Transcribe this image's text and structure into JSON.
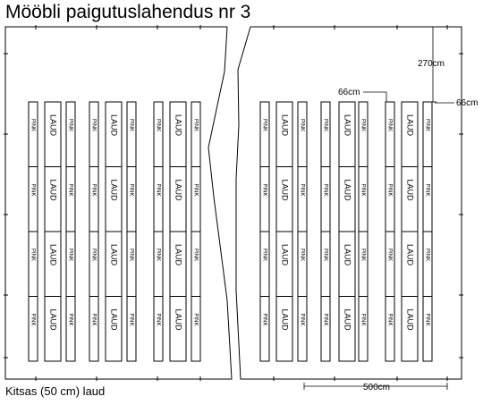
{
  "title": "Mööbli paigutuslahendus nr 3",
  "note": "Kitsas (50 cm) laud",
  "labels": {
    "table": "LAUD",
    "bench": "PINK"
  },
  "dimensions": {
    "top_gap": "270cm",
    "aisle": "66cm",
    "side_gap": "66cm",
    "bottom_width": "500cm"
  },
  "layout": {
    "rows_of_tables": 4,
    "left_table_columns": 3,
    "right_table_columns": 3
  }
}
